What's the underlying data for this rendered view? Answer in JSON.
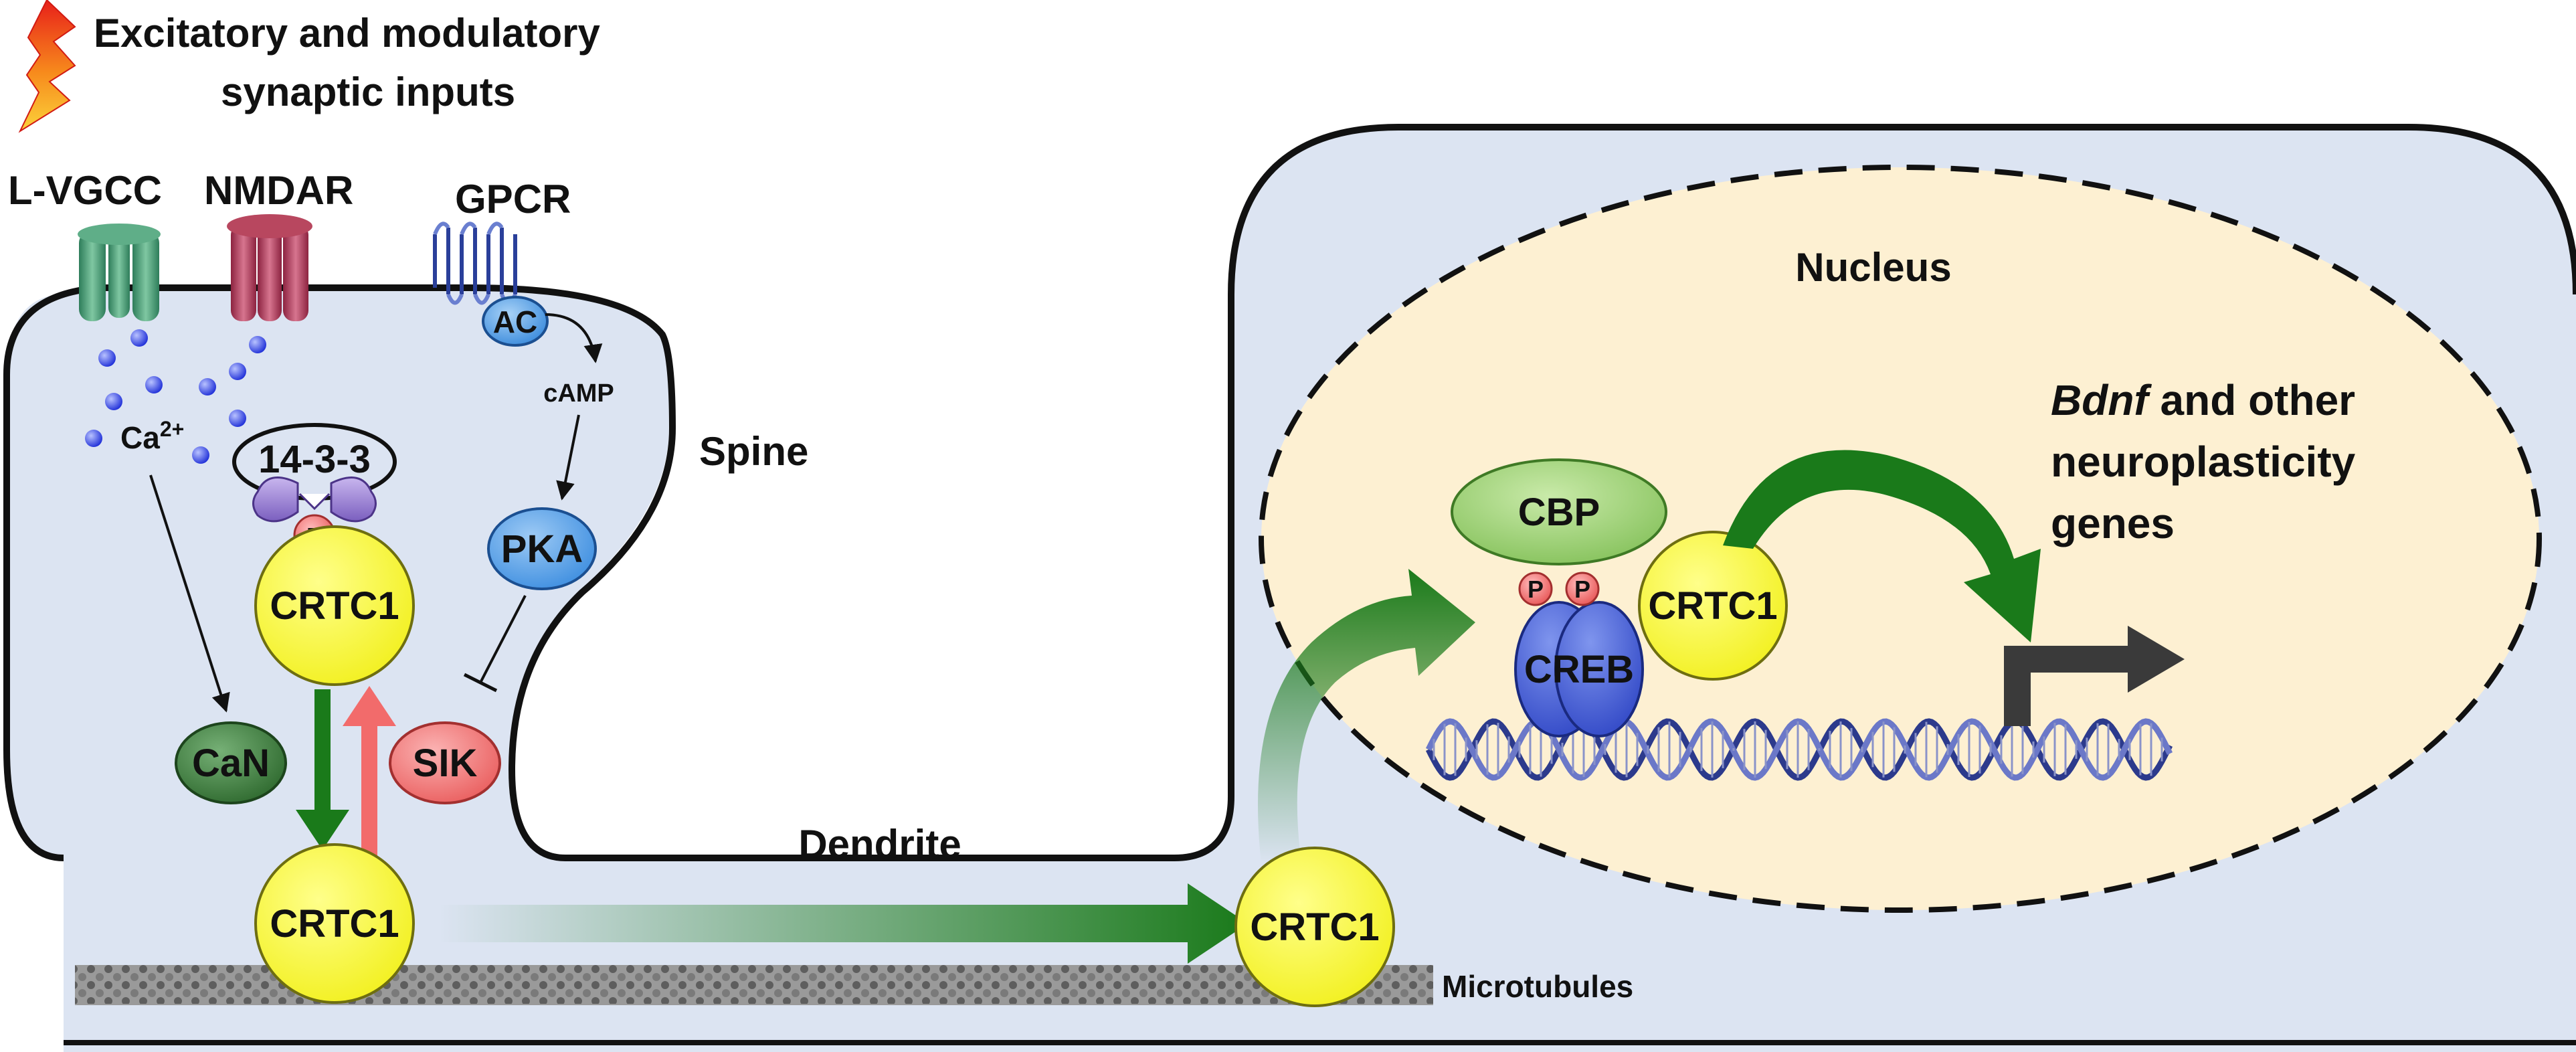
{
  "header": {
    "line1": "Excitatory and modulatory",
    "line2": "synaptic inputs"
  },
  "receptors": {
    "lvgcc": "L-VGCC",
    "nmdar": "NMDAR",
    "gpcr": "GPCR",
    "ac": "AC"
  },
  "spine": {
    "label": "Spine",
    "ca_base": "Ca",
    "ca_sup": "2+",
    "camp": "cAMP",
    "pka": "PKA",
    "sik": "SIK",
    "can": "CaN",
    "protein_1433": "14-3-3",
    "phospho": "P",
    "crtc1": "CRTC1"
  },
  "dendrite": {
    "label": "Dendrite",
    "crtc1": "CRTC1",
    "crtc1_transit": "CRTC1",
    "microtubules": "Microtubules"
  },
  "nucleus": {
    "label": "Nucleus",
    "cbp": "CBP",
    "creb": "CREB",
    "crtc1": "CRTC1",
    "phospho": "P",
    "genes_italic": "Bdnf",
    "genes_line1_rest": " and other",
    "genes_line2": "neuroplasticity",
    "genes_line3": "genes"
  },
  "colors": {
    "cytoplasm": "#dce4f2",
    "nucleoplasm": "#fdf0d2",
    "crtc1": "#ffff33",
    "green_arrow": "#1a7a1a",
    "red_arrow": "#f26b6b",
    "can": "#3d7a3d",
    "sik": "#f07070",
    "pka": "#4a9de8",
    "cbp": "#9fd07a",
    "creb": "#3b5bd6",
    "protein_1433": "#9b7fd0",
    "ca_ion": "#2233dd"
  }
}
